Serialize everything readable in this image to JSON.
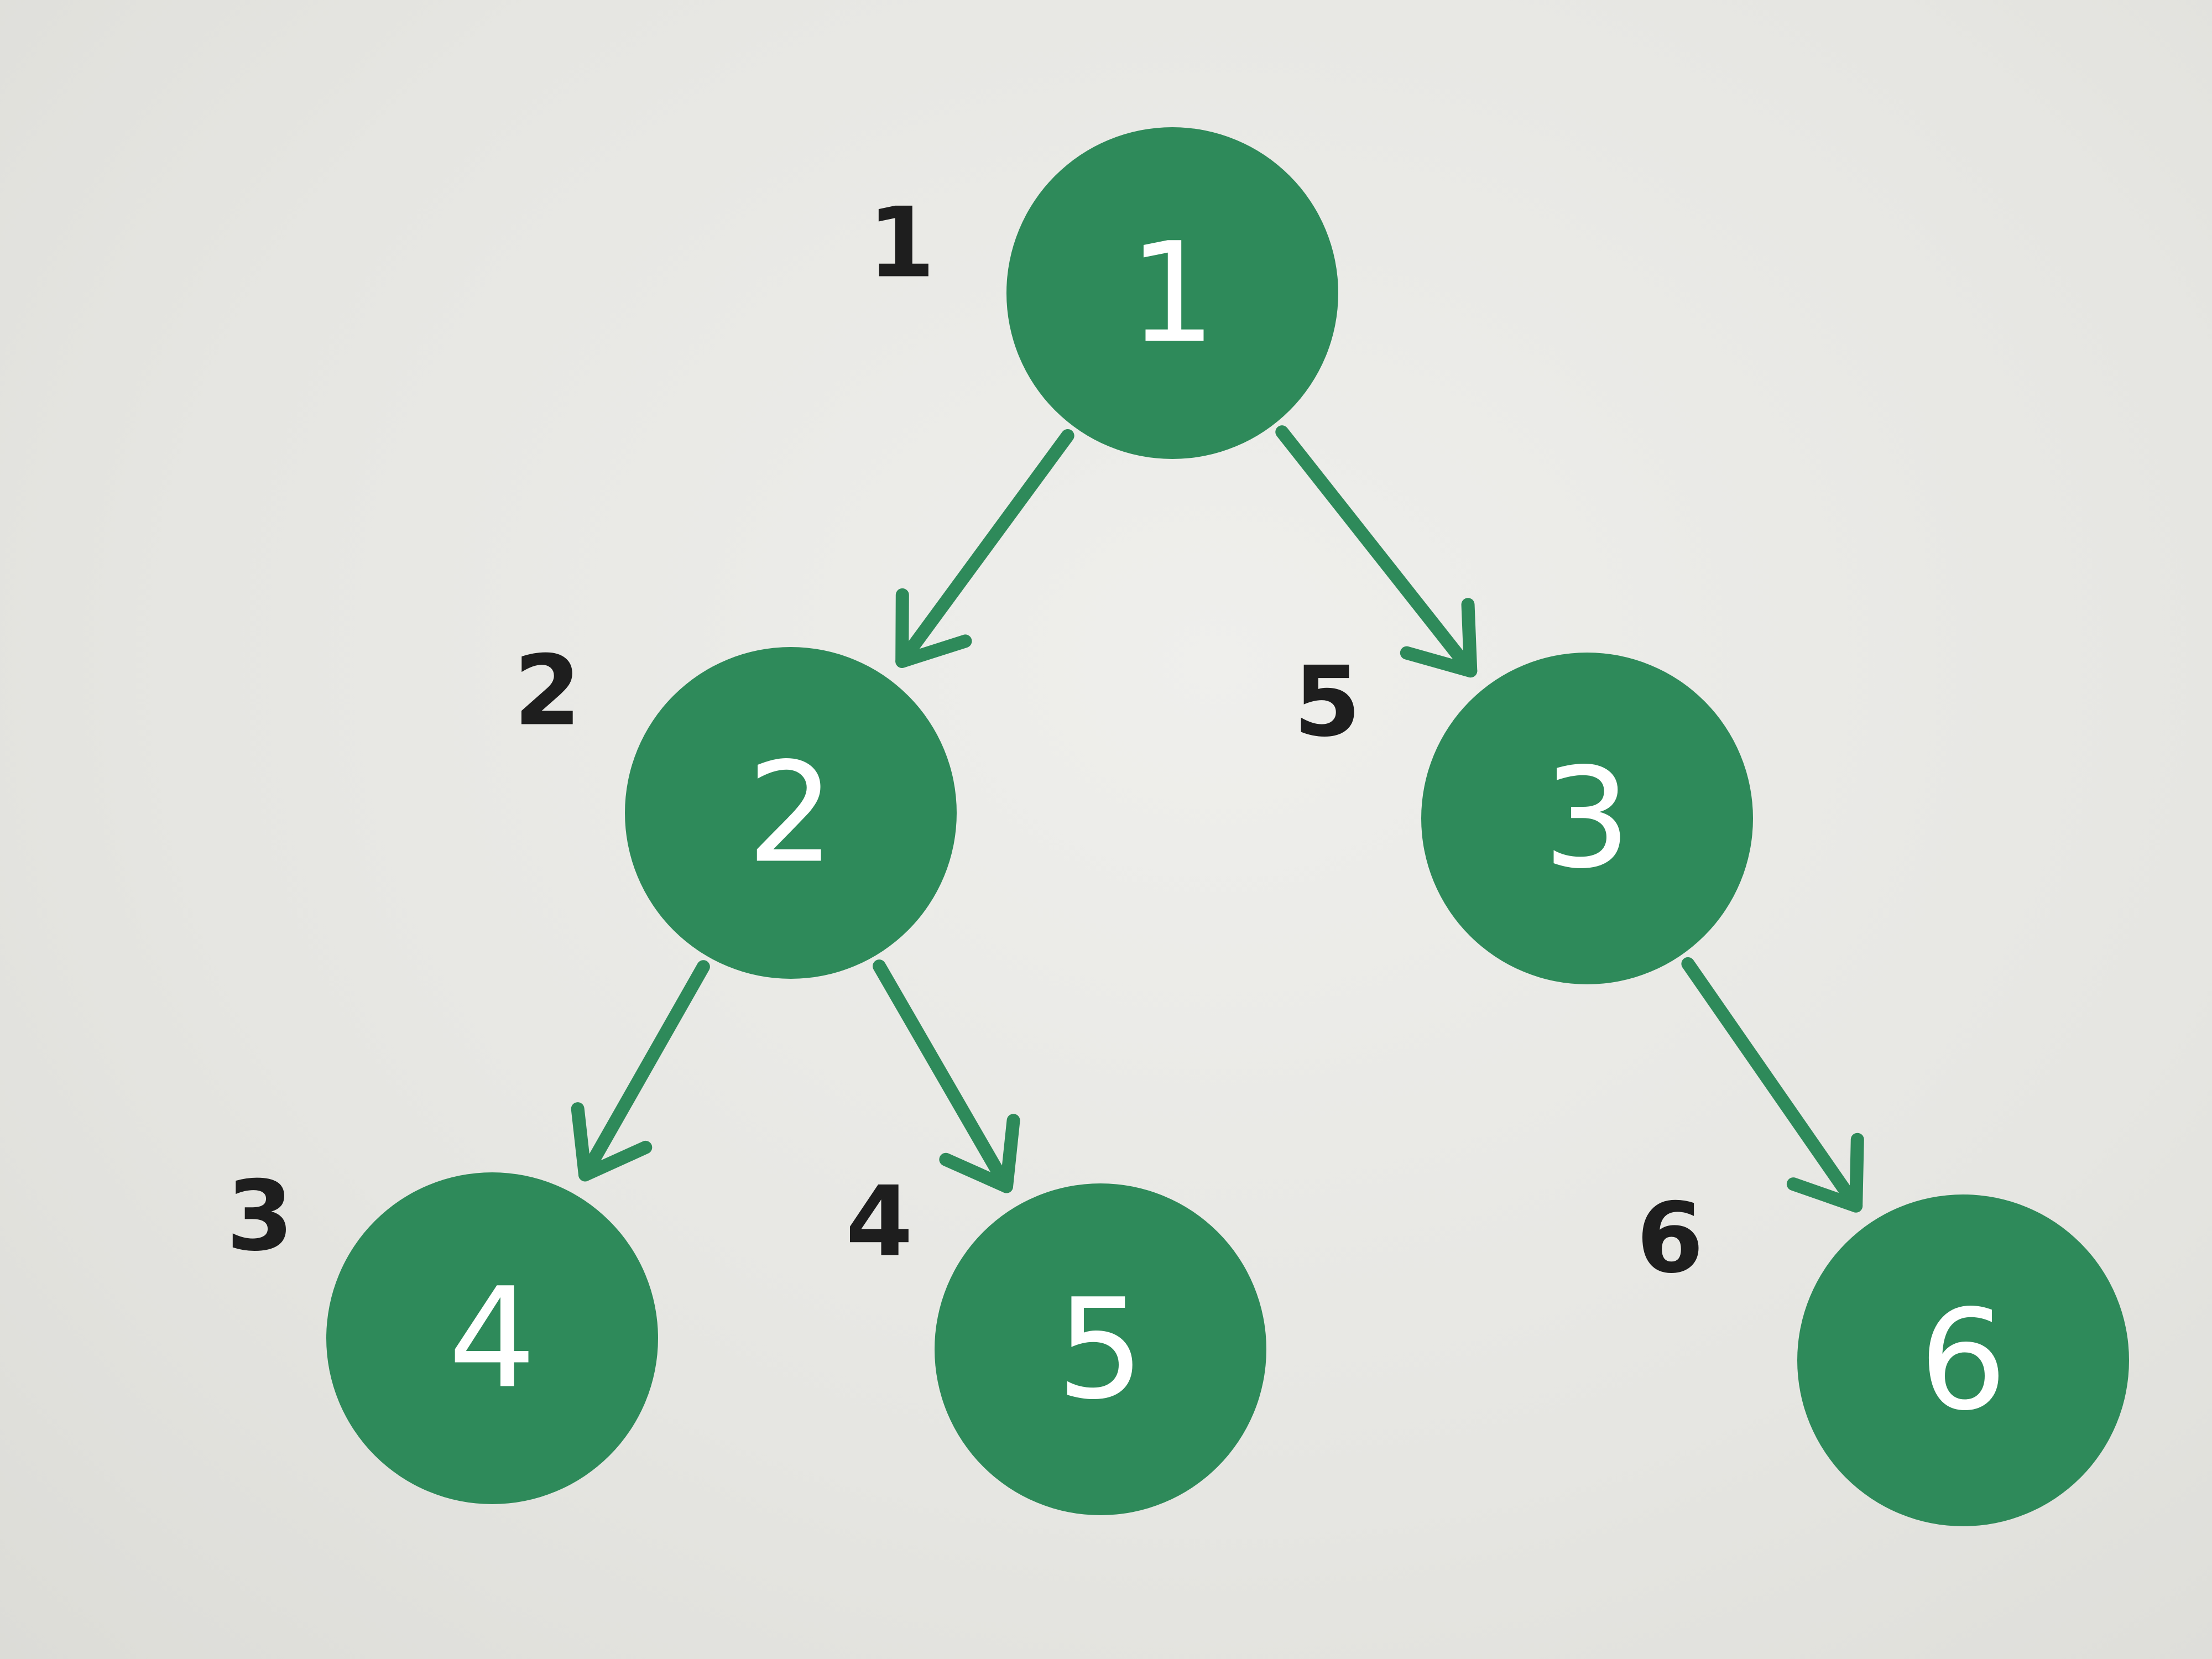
{
  "tree": {
    "nodes": [
      {
        "id": "n1",
        "label": "1",
        "visit_order": "1"
      },
      {
        "id": "n2",
        "label": "2",
        "visit_order": "2"
      },
      {
        "id": "n3",
        "label": "3",
        "visit_order": "5"
      },
      {
        "id": "n4",
        "label": "4",
        "visit_order": "3"
      },
      {
        "id": "n5",
        "label": "5",
        "visit_order": "4"
      },
      {
        "id": "n6",
        "label": "6",
        "visit_order": "6"
      }
    ],
    "edges": [
      {
        "from": "n1",
        "to": "n2"
      },
      {
        "from": "n1",
        "to": "n3"
      },
      {
        "from": "n2",
        "to": "n4"
      },
      {
        "from": "n2",
        "to": "n5"
      },
      {
        "from": "n3",
        "to": "n6"
      }
    ],
    "colors": {
      "node_fill": "#2e8a5a",
      "node_text": "#ffffff",
      "edge": "#2e8a5a",
      "order_text": "#1e1e1e"
    }
  }
}
